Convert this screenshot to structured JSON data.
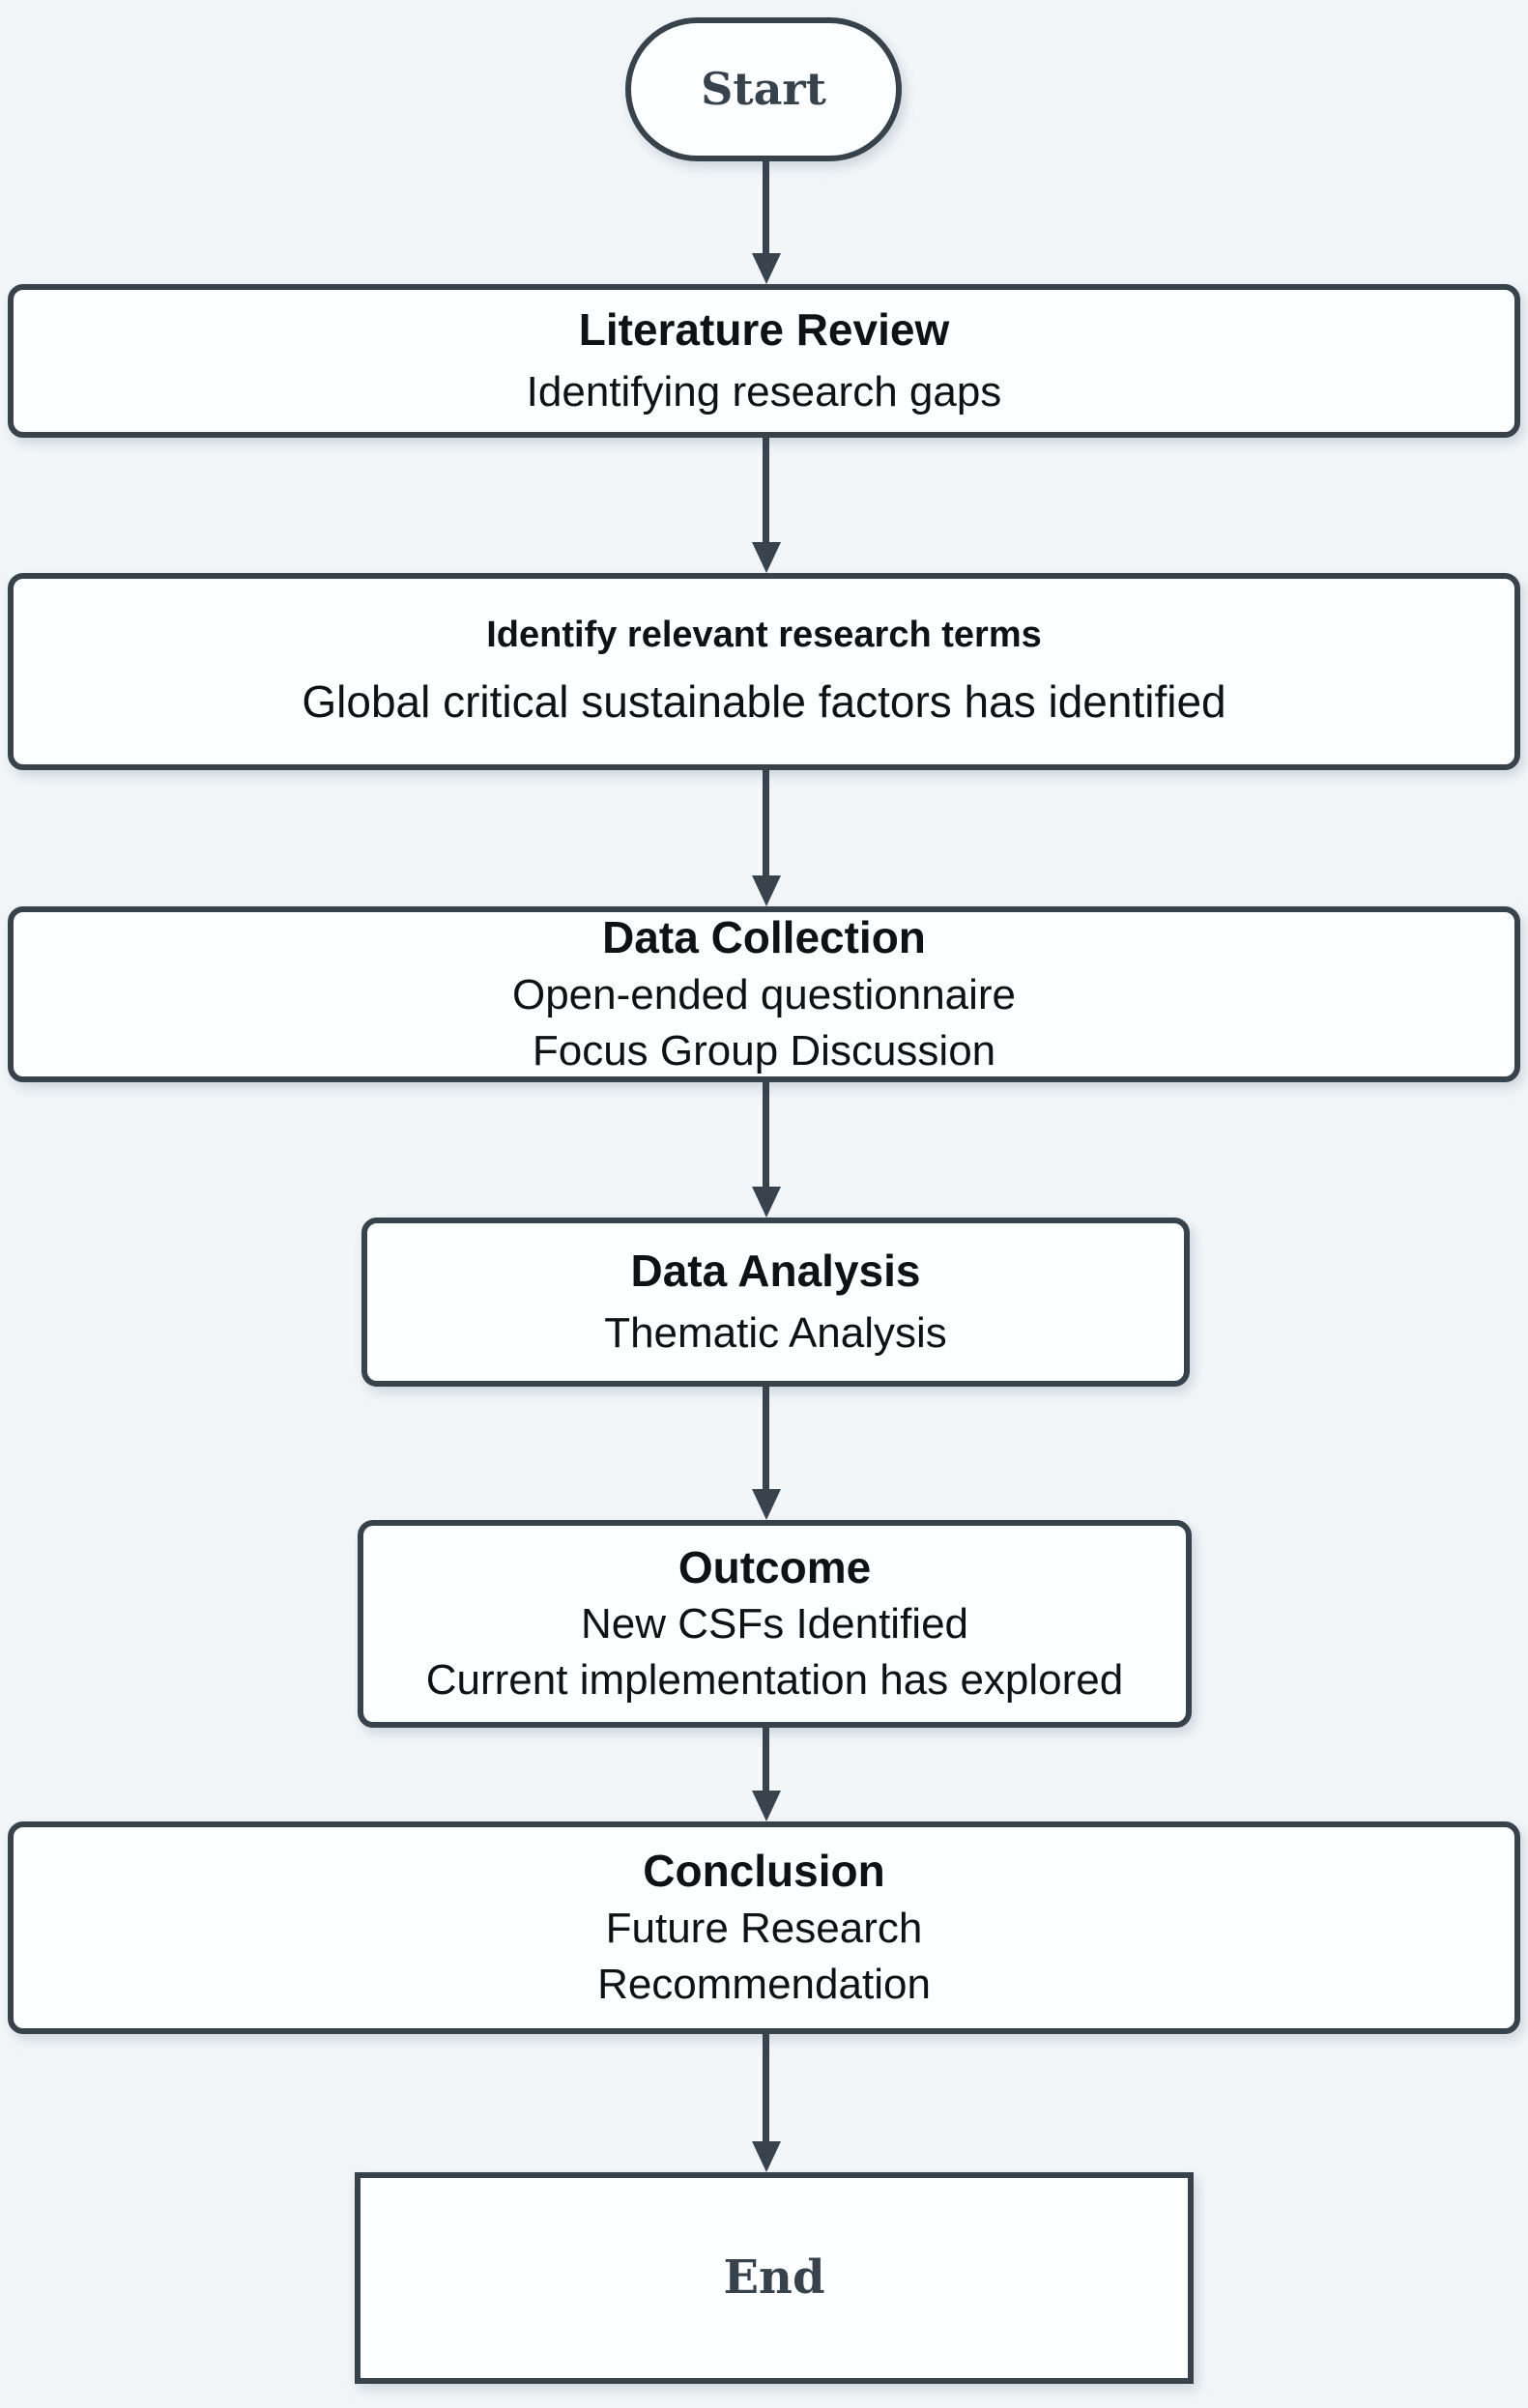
{
  "diagram": {
    "type": "flowchart",
    "direction": "top-down",
    "colors": {
      "background": "#f2f6f8",
      "node_fill": "#fdfeff",
      "node_border": "#37424b",
      "body_text": "#0f1214",
      "terminal_text": "#37424c",
      "arrow": "#39434d"
    }
  },
  "nodes": [
    {
      "id": "start",
      "shape": "stadium",
      "label": "Start"
    },
    {
      "id": "literature-review",
      "shape": "process",
      "title": "Literature Review",
      "lines": [
        "Identifying research gaps"
      ]
    },
    {
      "id": "identify-terms",
      "shape": "process",
      "title": "Identify relevant research terms",
      "lines": [
        "Global critical sustainable factors has identified"
      ]
    },
    {
      "id": "data-collection",
      "shape": "process",
      "title": "Data Collection",
      "lines": [
        "Open-ended questionnaire",
        "Focus Group Discussion"
      ]
    },
    {
      "id": "data-analysis",
      "shape": "process",
      "title": "Data Analysis",
      "lines": [
        "Thematic Analysis"
      ]
    },
    {
      "id": "outcome",
      "shape": "process",
      "title": "Outcome",
      "lines": [
        "New CSFs Identified",
        "Current implementation has explored"
      ]
    },
    {
      "id": "conclusion",
      "shape": "process",
      "title": "Conclusion",
      "lines": [
        "Future Research",
        "Recommendation"
      ]
    },
    {
      "id": "end",
      "shape": "rectangle",
      "label": "End"
    }
  ],
  "edges": [
    {
      "from": "start",
      "to": "literature-review"
    },
    {
      "from": "literature-review",
      "to": "identify-terms"
    },
    {
      "from": "identify-terms",
      "to": "data-collection"
    },
    {
      "from": "data-collection",
      "to": "data-analysis"
    },
    {
      "from": "data-analysis",
      "to": "outcome"
    },
    {
      "from": "outcome",
      "to": "conclusion"
    },
    {
      "from": "conclusion",
      "to": "end"
    }
  ]
}
